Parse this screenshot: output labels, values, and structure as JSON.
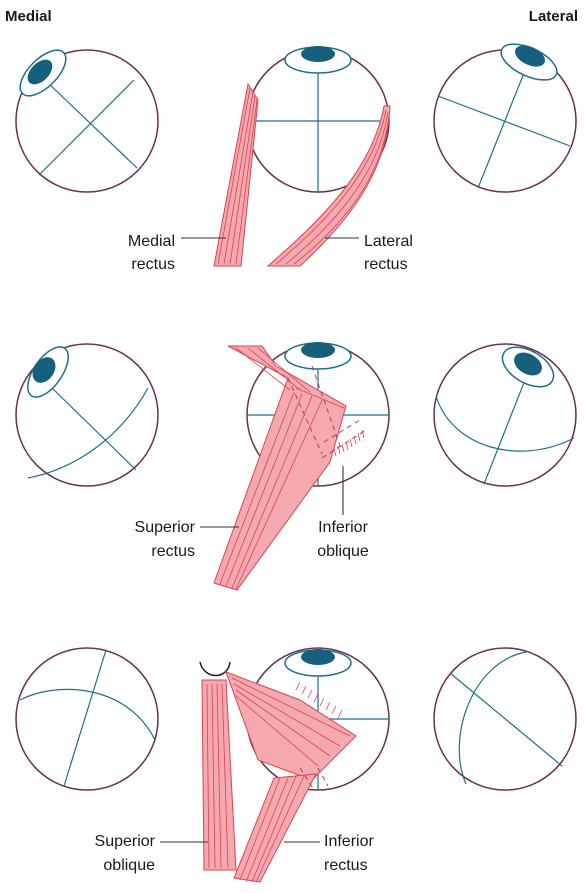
{
  "headers": {
    "medial": "Medial",
    "lateral": "Lateral"
  },
  "labels": {
    "medial_rectus": [
      "Medial",
      "rectus"
    ],
    "lateral_rectus": [
      "Lateral",
      "rectus"
    ],
    "superior_rectus": [
      "Superior",
      "rectus"
    ],
    "inferior_oblique": [
      "Inferior",
      "oblique"
    ],
    "superior_oblique": [
      "Superior",
      "oblique"
    ],
    "inferior_rectus": [
      "Inferior",
      "rectus"
    ]
  },
  "colors": {
    "globe_outline": "#6b2f4b",
    "axis_line": "#1d6f8c",
    "pupil": "#16607d",
    "muscle_fill": "#f4a9b0",
    "muscle_stroke": "#d9434f"
  }
}
